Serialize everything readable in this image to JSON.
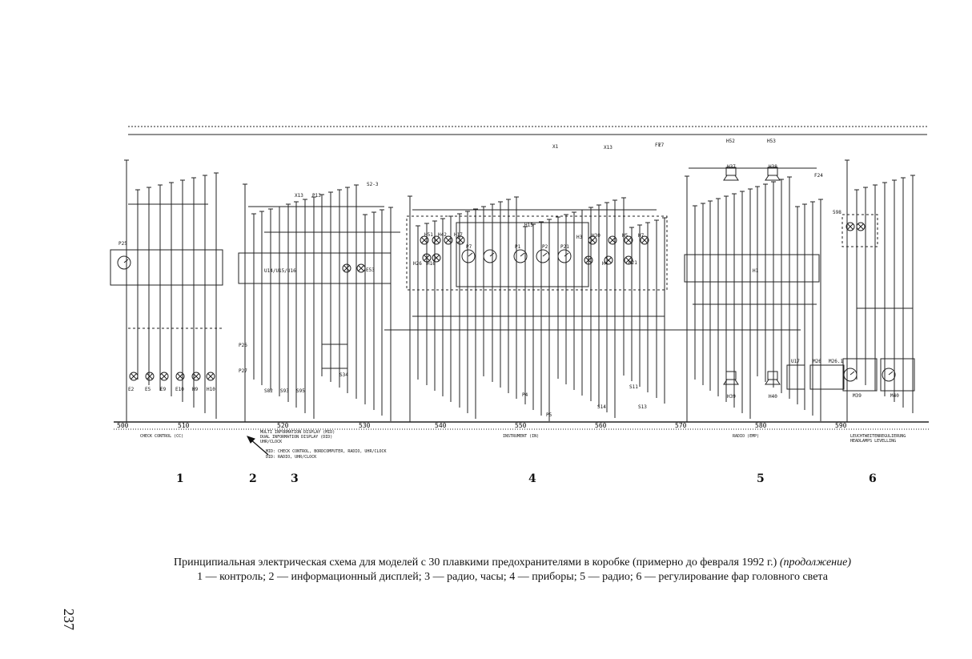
{
  "diagram": {
    "components_top": [
      "P25",
      "X13",
      "P13",
      "S2-3",
      "X13",
      "E7",
      "X1",
      "H52",
      "H53",
      "H37",
      "H38",
      "H15",
      "F7",
      "F24",
      "598"
    ],
    "components_mid": [
      "U14/U15/U16",
      "E53",
      "H26",
      "H16",
      "H51",
      "H42",
      "H17",
      "P7",
      "P1",
      "P2",
      "P21",
      "H3",
      "H4",
      "H5",
      "H7",
      "H30",
      "H21",
      "H1"
    ],
    "components_bottom": [
      "E2",
      "E5",
      "E9",
      "E10",
      "H9",
      "H10",
      "P26",
      "P27",
      "S82",
      "S93",
      "S95",
      "S34",
      "P4",
      "P5",
      "S14",
      "S11",
      "S13",
      "H39",
      "H40",
      "U17",
      "M26",
      "M26.1",
      "M39",
      "M40"
    ],
    "bus_labels": [
      "500",
      "510",
      "520",
      "530",
      "540",
      "550",
      "560",
      "570",
      "580",
      "590"
    ],
    "bottom_labels": [
      "CHECK CONTROL (CC)",
      "MULTI INFORMATION DISPLAY (MID)",
      "DUAL INFORMATION DISPLAY (DID)",
      "UHR/CLOCK",
      "INSTRUMENT (IN)",
      "RADIO (EMP)",
      "LEUCHTWEITENREGULIERUNG",
      "HEADLAMPS LEVELLING"
    ],
    "note_lines": [
      "MID: CHECK CONTROL, BORDCOMPUTER, RADIO, UHR/CLOCK",
      "DID: RADIO, UHR/CLOCK"
    ]
  },
  "sections": [
    "1",
    "2",
    "3",
    "4",
    "5",
    "6"
  ],
  "caption": {
    "line1": "Принципиальная электрическая схема для моделей с 30 плавкими предохранителями в коробке (примерно до февраля 1992 г.)",
    "line1_italic": "(продолжение)",
    "line2": "1 — контроль; 2 — информационный дисплей; 3 — радио, часы; 4 — приборы; 5 — радио; 6 — регулирование фар головного света"
  },
  "page_number": "237"
}
